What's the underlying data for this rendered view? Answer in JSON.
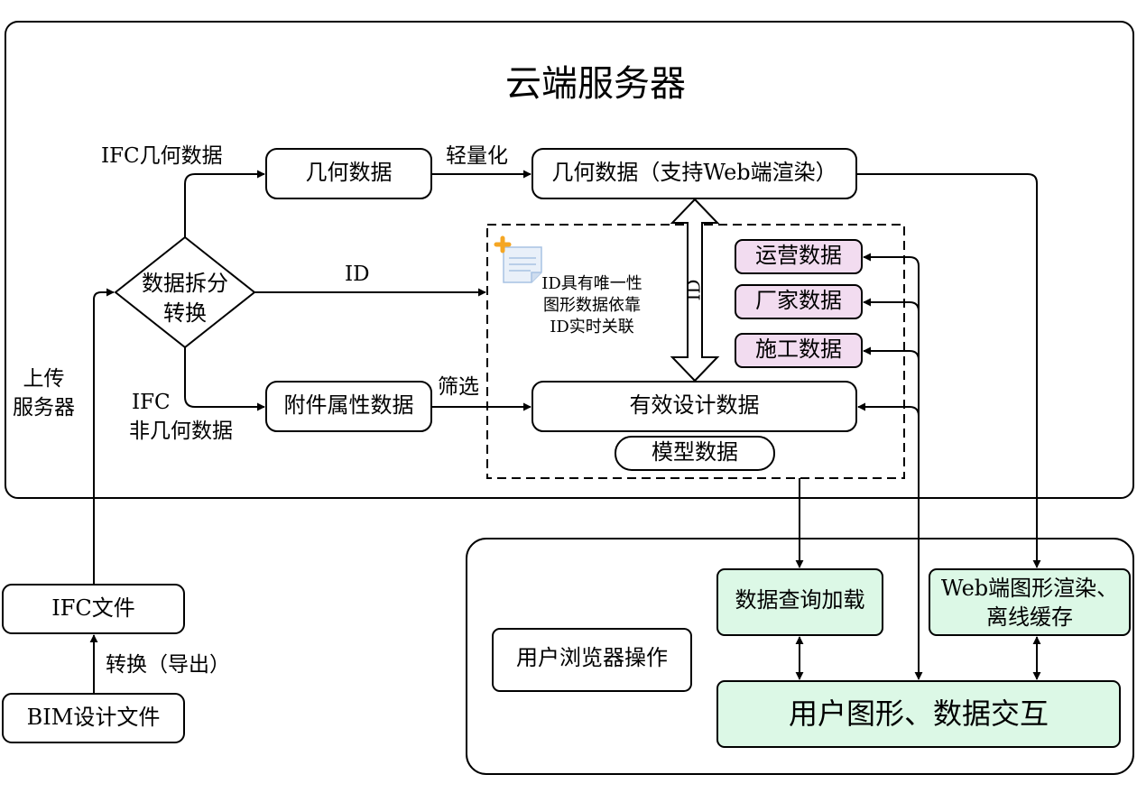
{
  "cloud_server": {
    "title": "云端服务器"
  },
  "nodes": {
    "split": "数据拆分\n转换",
    "geometry": "几何数据",
    "geometry_web": "几何数据（支持Web端渲染）",
    "attributes": "附件属性数据",
    "valid_design": "有效设计数据",
    "model_data": "模型数据",
    "operation_data": "运营数据",
    "vendor_data": "厂家数据",
    "construction_data": "施工数据",
    "ifc_file": "IFC文件",
    "bim_file": "BIM设计文件",
    "query_load": "数据查询加载",
    "web_render": "Web端图形渲染、\n离线缓存",
    "browser_ops": "用户浏览器操作",
    "interaction": "用户图形、数据交互"
  },
  "edge_labels": {
    "ifc_geometry": "IFC几何数据",
    "ifc_non_geometry_1": "IFC",
    "ifc_non_geometry_2": "非几何数据",
    "lightweight": "轻量化",
    "id_split": "ID",
    "id_vertical": "ID",
    "filter": "筛选",
    "upload": "上传\n服务器",
    "convert_export": "转换（导出）"
  },
  "note": {
    "text": "ID具有唯一性\n图形数据依靠\nID实时关联"
  },
  "colors": {
    "stroke": "#000000",
    "pink_fill": "#f2dcf0",
    "green_fill": "#dcf8e6",
    "note_blue": "#a7c2e3",
    "note_orange": "#f5a623"
  },
  "icons": {
    "note": "note-add-icon"
  }
}
